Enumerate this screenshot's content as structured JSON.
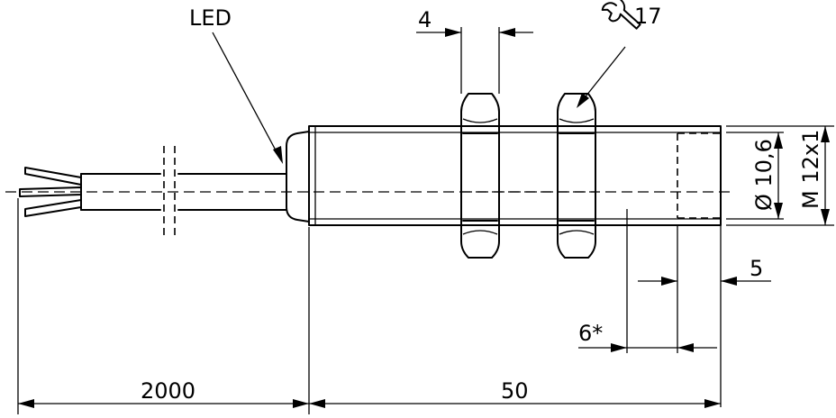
{
  "labels": {
    "led": "LED",
    "nut_thickness": "4",
    "wrench_size": "17",
    "body_diameter": "Ø 10,6",
    "thread": "M 12x1",
    "dim_5": "5",
    "dim_6": "6*",
    "cable_length": "2000",
    "body_length": "50"
  },
  "icons": {
    "wrench": "wrench-icon"
  }
}
